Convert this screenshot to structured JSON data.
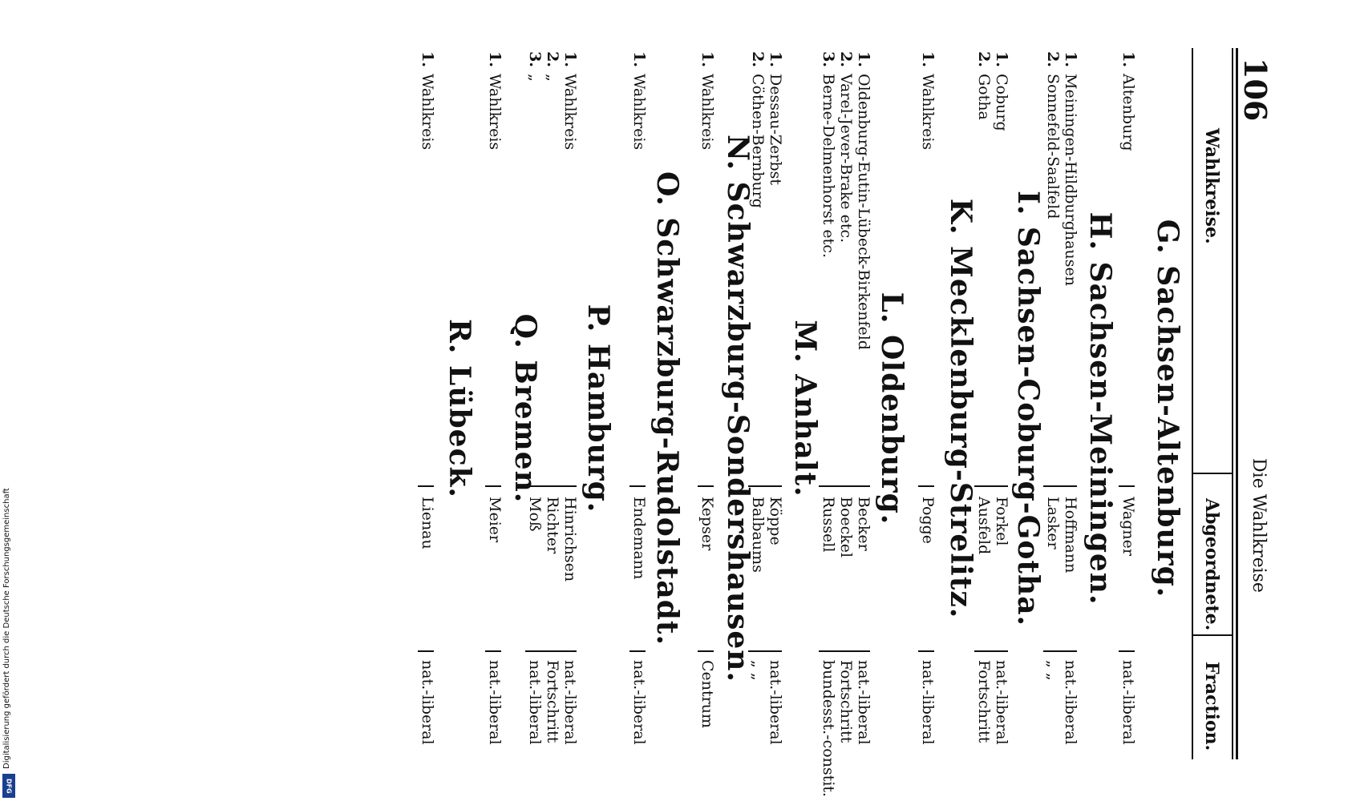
{
  "page_number": "106",
  "running_head": "Die Wahlkreise",
  "headers": {
    "district": "Wahlkreise.",
    "deputy": "Abgeordnete.",
    "faction": "Fraction."
  },
  "sections": [
    {
      "title": "G. Sachsen-Altenburg.",
      "rows": [
        {
          "num": "1.",
          "district": "Altenburg",
          "deputy": "Wagner",
          "faction": "nat.-liberal"
        }
      ]
    },
    {
      "title": "H. Sachsen-Meiningen.",
      "rows": [
        {
          "num": "1.",
          "district": "Meiningen-Hildburghausen",
          "deputy": "Hoffmann",
          "faction": "nat.-liberal"
        },
        {
          "num": "2.",
          "district": "Sonnefeld-Saalfeld",
          "deputy": "Lasker",
          "faction": "„ „"
        }
      ]
    },
    {
      "title": "I. Sachsen-Coburg-Gotha.",
      "rows": [
        {
          "num": "1.",
          "district": "Coburg",
          "deputy": "Forkel",
          "faction": "nat.-liberal"
        },
        {
          "num": "2.",
          "district": "Gotha",
          "deputy": "Ausfeld",
          "faction": "Fortschritt"
        }
      ]
    },
    {
      "title": "K. Mecklenburg-Strelitz.",
      "rows": [
        {
          "num": "1.",
          "district": "Wahlkreis",
          "deputy": "Pogge",
          "faction": "nat.-liberal"
        }
      ]
    },
    {
      "title": "L. Oldenburg.",
      "rows": [
        {
          "num": "1.",
          "district": "Oldenburg-Eutin-Lübeck-Birkenfeld",
          "deputy": "Becker",
          "faction": "nat.-liberal"
        },
        {
          "num": "2.",
          "district": "Varel-Jever-Brake etc.",
          "deputy": "Boeckel",
          "faction": "Fortschritt"
        },
        {
          "num": "3.",
          "district": "Berne-Delmenhorst etc.",
          "deputy": "Russell",
          "faction": "bundesst.-constit."
        }
      ]
    },
    {
      "title": "M. Anhalt.",
      "rows": [
        {
          "num": "1.",
          "district": "Dessau-Zerbst",
          "deputy": "Köppe",
          "faction": "nat.-liberal"
        },
        {
          "num": "2.",
          "district": "Cöthen-Bernburg",
          "deputy": "Balbaums",
          "faction": "„ „"
        }
      ]
    },
    {
      "title": "N. Schwarzburg-Sondershausen.",
      "rows": [
        {
          "num": "1.",
          "district": "Wahlkreis",
          "deputy": "Kepser",
          "faction": "Centrum"
        }
      ]
    },
    {
      "title": "O. Schwarzburg-Rudolstadt.",
      "rows": [
        {
          "num": "1.",
          "district": "Wahlkreis",
          "deputy": "Endemann",
          "faction": "nat.-liberal"
        }
      ]
    },
    {
      "title": "P. Hamburg.",
      "rows": [
        {
          "num": "1.",
          "district": "Wahlkreis",
          "deputy": "Hinrichsen",
          "faction": "nat.-liberal"
        },
        {
          "num": "2.",
          "district": "„",
          "deputy": "Richter",
          "faction": "Fortschritt"
        },
        {
          "num": "3.",
          "district": "„",
          "deputy": "Moß",
          "faction": "nat.-liberal"
        }
      ]
    },
    {
      "title": "Q. Bremen.",
      "rows": [
        {
          "num": "1.",
          "district": "Wahlkreis",
          "deputy": "Meier",
          "faction": "nat.-liberal"
        }
      ]
    },
    {
      "title": "R. Lübeck.",
      "rows": [
        {
          "num": "1.",
          "district": "Wahlkreis",
          "deputy": "Lienau",
          "faction": "nat.-liberal"
        }
      ]
    }
  ],
  "credit": "Digitalisierung gefördert durch die Deutsche Forschungsgemeinschaft",
  "credit_logo": "DFG"
}
